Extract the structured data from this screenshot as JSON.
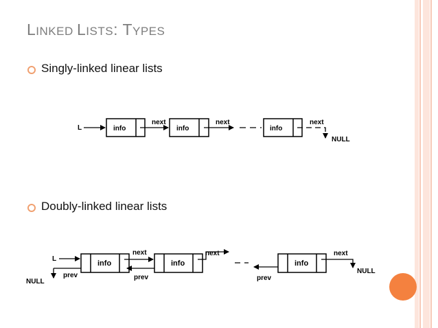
{
  "slide": {
    "title_parts": [
      "L",
      "INKED ",
      "L",
      "ISTS",
      ": T",
      "YPES"
    ],
    "bullets": [
      "Singly-linked linear lists",
      "Doubly-linked linear lists"
    ]
  },
  "singly": {
    "head": "L",
    "nodes": [
      "info",
      "info",
      "info"
    ],
    "next": "next",
    "null": "NULL"
  },
  "doubly": {
    "head": "L",
    "nodes": [
      "info",
      "info",
      "info"
    ],
    "next": "next",
    "prev": "prev",
    "null_left": "NULL",
    "null_right": "NULL"
  },
  "colors": {
    "accent": "#f4813f",
    "bullet": "#f0a070",
    "stripe_outer": "#fde5dc",
    "stripe_inner": "#f7c8b6",
    "title": "#7d7d7d"
  }
}
